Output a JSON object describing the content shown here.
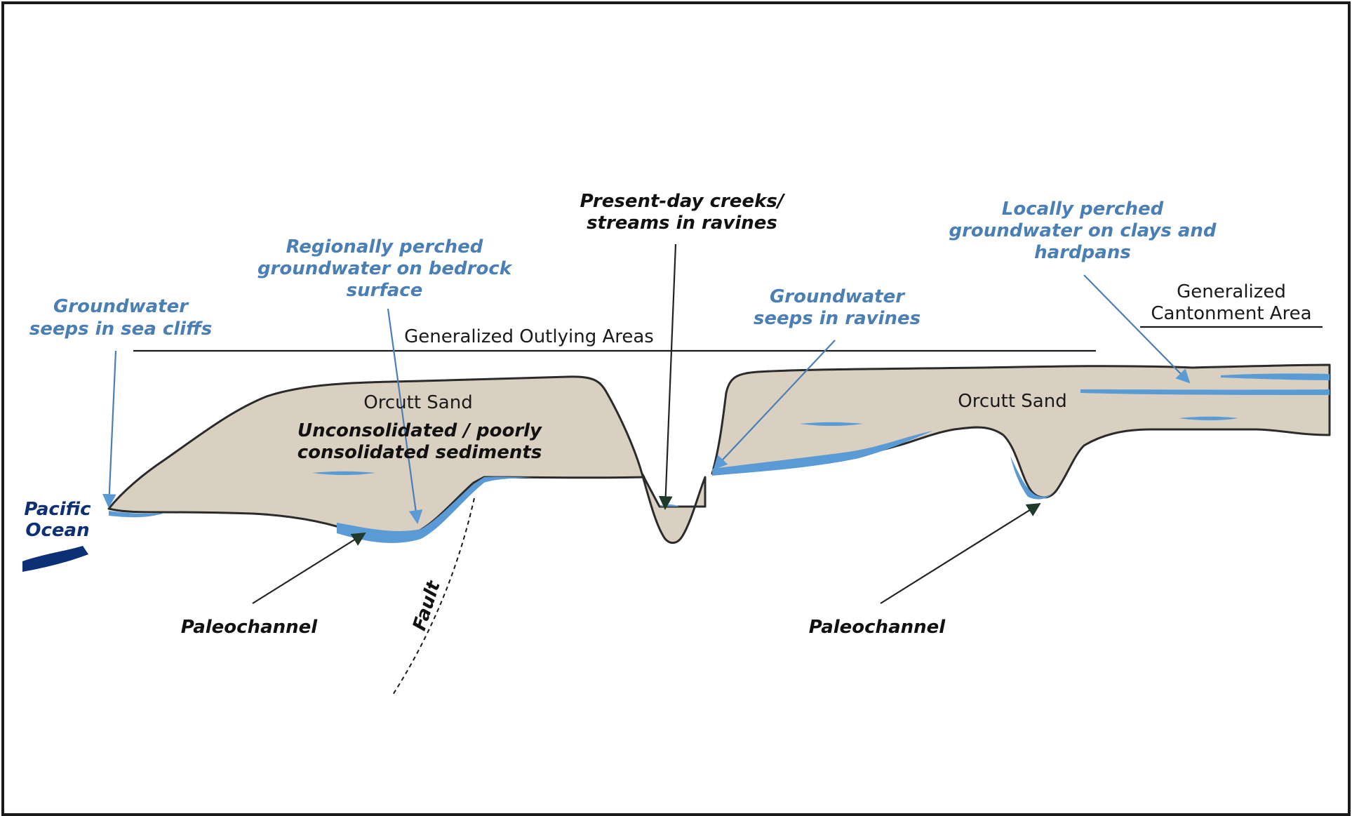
{
  "diagram": {
    "ocean_label": [
      "Pacific",
      "Ocean"
    ],
    "outlying_areas_label": "Generalized Outlying Areas",
    "cantonment_label": [
      "Generalized",
      "Cantonment Area"
    ],
    "sea_cliff_seeps": [
      "Groundwater",
      "seeps in sea cliffs"
    ],
    "regionally_perched": [
      "Regionally perched",
      "groundwater on bedrock",
      "surface"
    ],
    "creeks": [
      "Present-day creeks/",
      "streams in ravines"
    ],
    "ravine_seeps": [
      "Groundwater",
      "seeps in ravines"
    ],
    "locally_perched": [
      "Locally perched",
      "groundwater on clays and",
      "hardpans"
    ],
    "orcutt_left": "Orcutt Sand",
    "orcutt_right": "Orcutt Sand",
    "sediments": [
      "Unconsolidated / poorly",
      "consolidated sediments"
    ],
    "paleochannel_left": "Paleochannel",
    "paleochannel_right": "Paleochannel",
    "fault": "Fault"
  },
  "colors": {
    "groundwater_blue": "#5b9bd5",
    "label_blue": "#4a7fb5",
    "ocean_navy": "#0d2f73",
    "sand": "#d9d0c1"
  }
}
